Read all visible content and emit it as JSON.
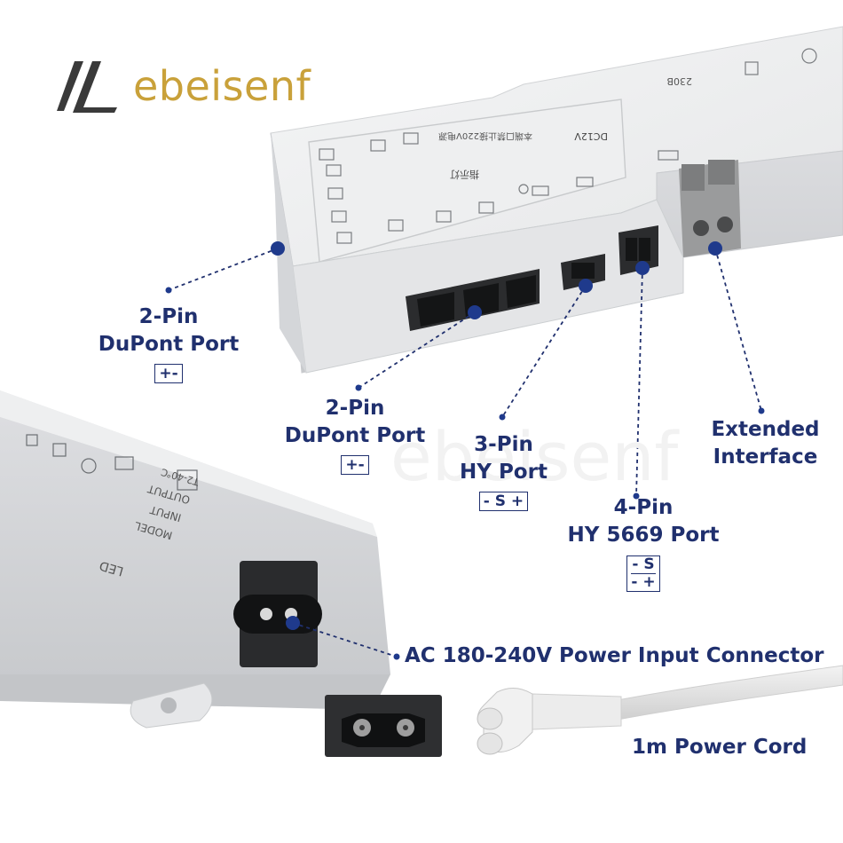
{
  "brand": {
    "name": "ebeisenf",
    "color": "#c9a13a",
    "watermark": "ebeisenf"
  },
  "labels": {
    "left_dupont": {
      "title": "2-Pin",
      "subtitle": "DuPont Port",
      "symbol": "+-"
    },
    "mid_dupont": {
      "title": "2-Pin",
      "subtitle": "DuPont Port",
      "symbol": "+-"
    },
    "hy3": {
      "title": "3-Pin",
      "subtitle": "HY Port",
      "symbol": "- S +"
    },
    "hy4": {
      "title": "4-Pin",
      "subtitle": "HY 5669 Port",
      "symbol_top": "- S",
      "symbol_bottom": "- +"
    },
    "extended": {
      "title": "Extended",
      "subtitle": "Interface"
    },
    "ac_input": "AC 180-240V Power Input Connector",
    "cord": "1m Power Cord"
  },
  "device_markings": {
    "dc_label": "DC12V",
    "status_label": "指示灯",
    "warning_text": "本端口禁止接220V电源",
    "rating": "230B",
    "rear_top": "LED",
    "rear_model": "MODEL",
    "rear_input": "INPUT",
    "rear_output": "OUTPUT",
    "rear_temp": "T2-40℃"
  },
  "colors": {
    "label": "#20306e",
    "dot": "#1f3a8c",
    "housing": "#e9eaeb"
  }
}
